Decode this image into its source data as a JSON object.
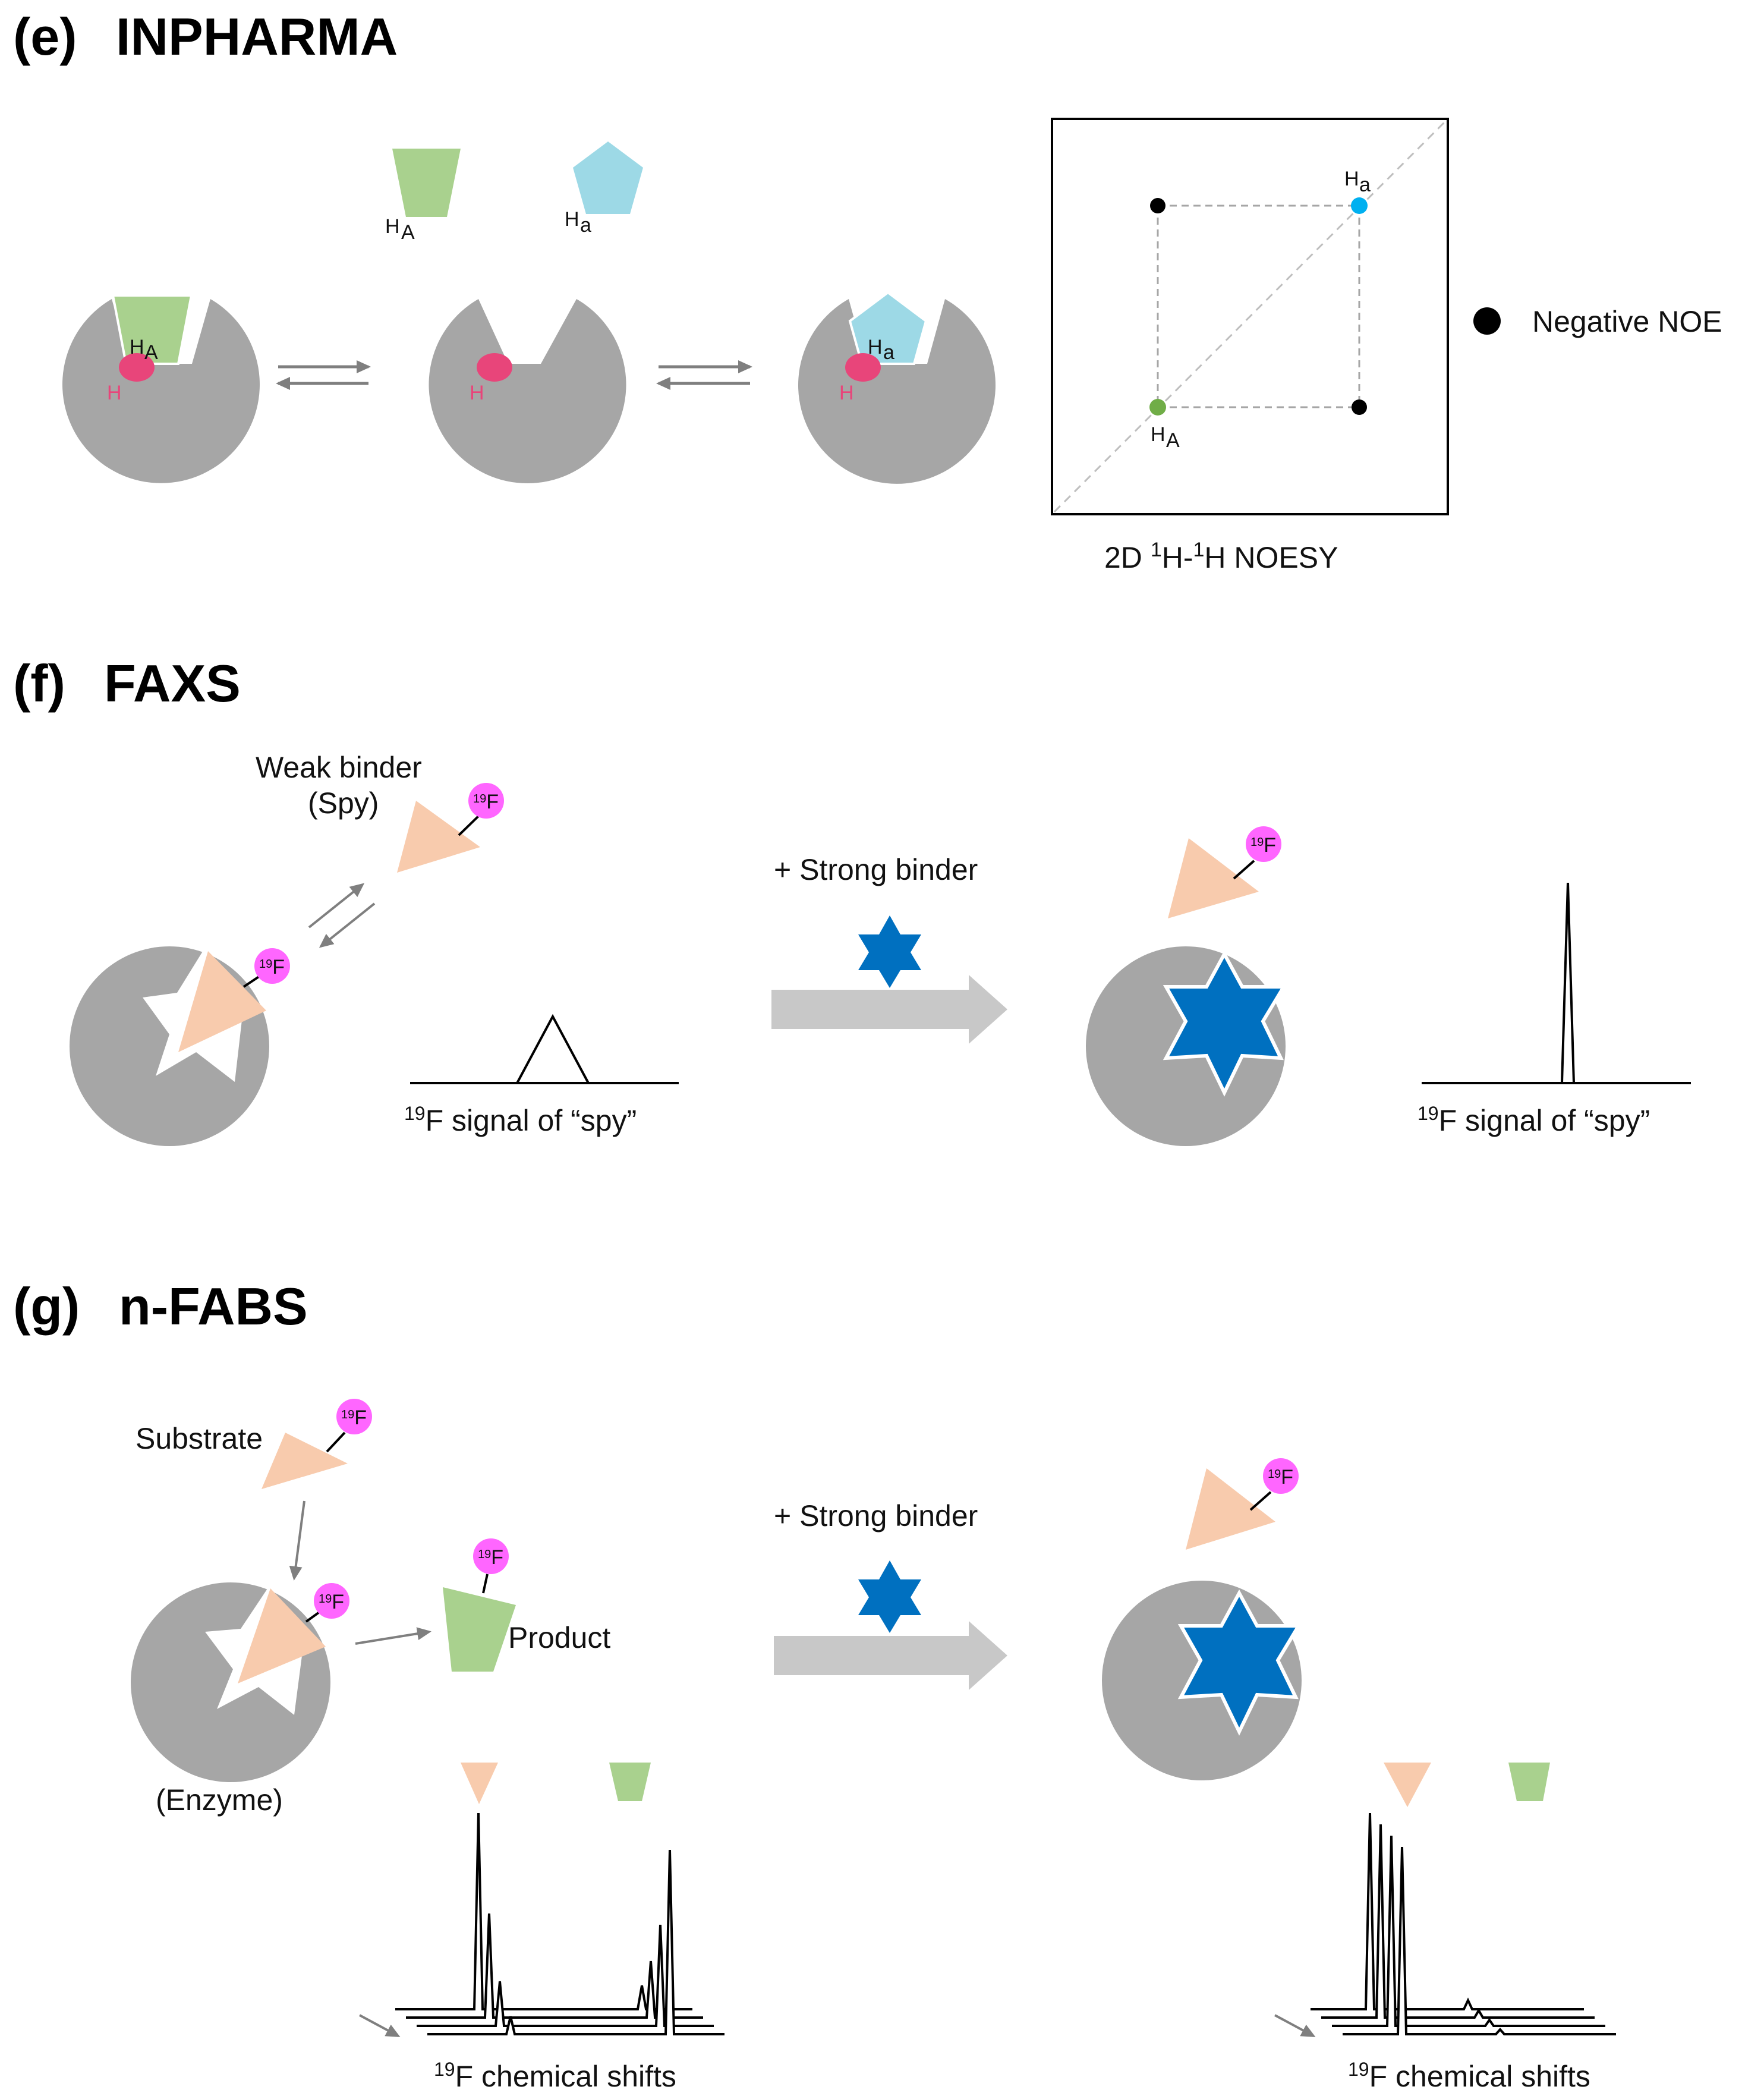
{
  "panels": {
    "e": {
      "letter": "(e)",
      "title": "INPHARMA",
      "ligand_a_label": "H",
      "ligand_a_sub": "A",
      "ligand_b_label": "H",
      "ligand_b_sub": "a",
      "protein_proton_label": "H",
      "noesy": {
        "top_label_main": "H",
        "top_label_sub": "a",
        "bottom_label_main": "H",
        "bottom_label_sub": "A",
        "caption_pre": "2D ",
        "caption_sup1": "1",
        "caption_mid": "H-",
        "caption_sup2": "1",
        "caption_post": "H NOESY"
      },
      "legend_label": "Negative  NOE",
      "colors": {
        "protein": "#a6a6a6",
        "ligand_a": "#a9d18e",
        "ligand_b": "#9dd9e6",
        "proton": "#e8457a",
        "cross_peak": "#000000"
      }
    },
    "f": {
      "letter": "(f)",
      "title": "FAXS",
      "weak_binder_line1": "Weak binder",
      "weak_binder_line2": "(Spy)",
      "fluorine_tag": "19F",
      "fluorine_tag_sup": "19",
      "fluorine_tag_el": "F",
      "strong_binder_label": "+ Strong binder",
      "signal_label_sup": "19",
      "signal_label_text": "F signal of “spy”",
      "colors": {
        "spy": "#f8cbad",
        "strong_binder": "#0070c0",
        "tag": "#ff66ff"
      }
    },
    "g": {
      "letter": "(g)",
      "title": "n-FABS",
      "substrate_label": "Substrate",
      "product_label": "Product",
      "enzyme_label": "(Enzyme)",
      "strong_binder_label": "+ Strong binder",
      "shift_label_sup": "19",
      "shift_label_text": "F chemical shifts"
    }
  }
}
